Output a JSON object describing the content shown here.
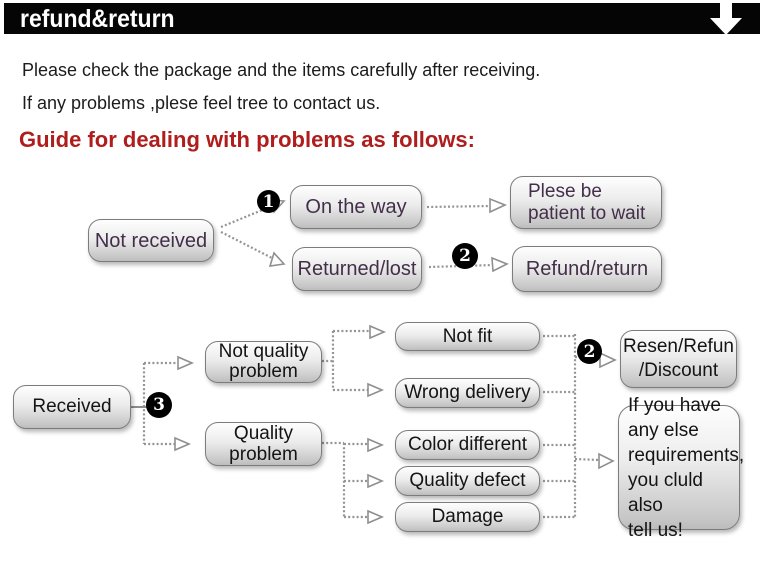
{
  "banner": {
    "title": "refund&return",
    "arrow_icon": "down-arrow",
    "bg_color": "#050505"
  },
  "intro": {
    "line1": "Please check the package and the items carefully after receiving.",
    "line2": "If any problems ,plese feel tree to contact us."
  },
  "heading": {
    "text": "Guide for dealing with problems as follows:",
    "color": "#b01d1d"
  },
  "chart1": {
    "text_color": "#432f49",
    "not_received": "Not received",
    "on_the_way": "On the way",
    "returned_lost": "Returned/lost",
    "patient_line1": "Plese be",
    "patient_line2": "patient to wait",
    "refund_return": "Refund/return",
    "step1": "1",
    "step2": "2"
  },
  "chart2": {
    "text_color": "#141414",
    "received": "Received",
    "step3": "3",
    "step2": "2",
    "not_quality_line1": "Not quality",
    "not_quality_line2": "problem",
    "quality_line1": "Quality",
    "quality_line2": "problem",
    "not_fit": "Not fit",
    "wrong_delivery": "Wrong delivery",
    "color_different": "Color different",
    "quality_defect": "Quality defect",
    "damage": "Damage",
    "resend_line1": "Resen/Refun",
    "resend_line2": "/Discount",
    "more_lines": [
      "If you have",
      "any else",
      "requirements,",
      "you cluld also",
      "tell us!"
    ]
  }
}
